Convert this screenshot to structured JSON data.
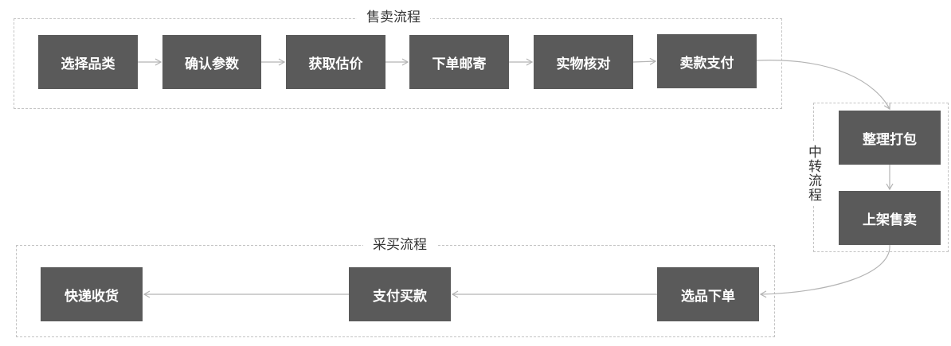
{
  "colors": {
    "step_fill": "#5a5a5a",
    "step_text": "#ffffff",
    "group_border": "#c4c4c4",
    "arrow": "#b4b4b4",
    "title_text": "#333333"
  },
  "groups": {
    "sell": {
      "title": "售卖流程",
      "steps": [
        "选择品类",
        "确认参数",
        "获取估价",
        "下单邮寄",
        "实物核对",
        "卖款支付"
      ]
    },
    "transfer": {
      "title": "中转流程",
      "steps": [
        "整理打包",
        "上架售卖"
      ]
    },
    "buy": {
      "title": "采买流程",
      "steps": [
        "快递收货",
        "支付买款",
        "选品下单"
      ]
    }
  }
}
